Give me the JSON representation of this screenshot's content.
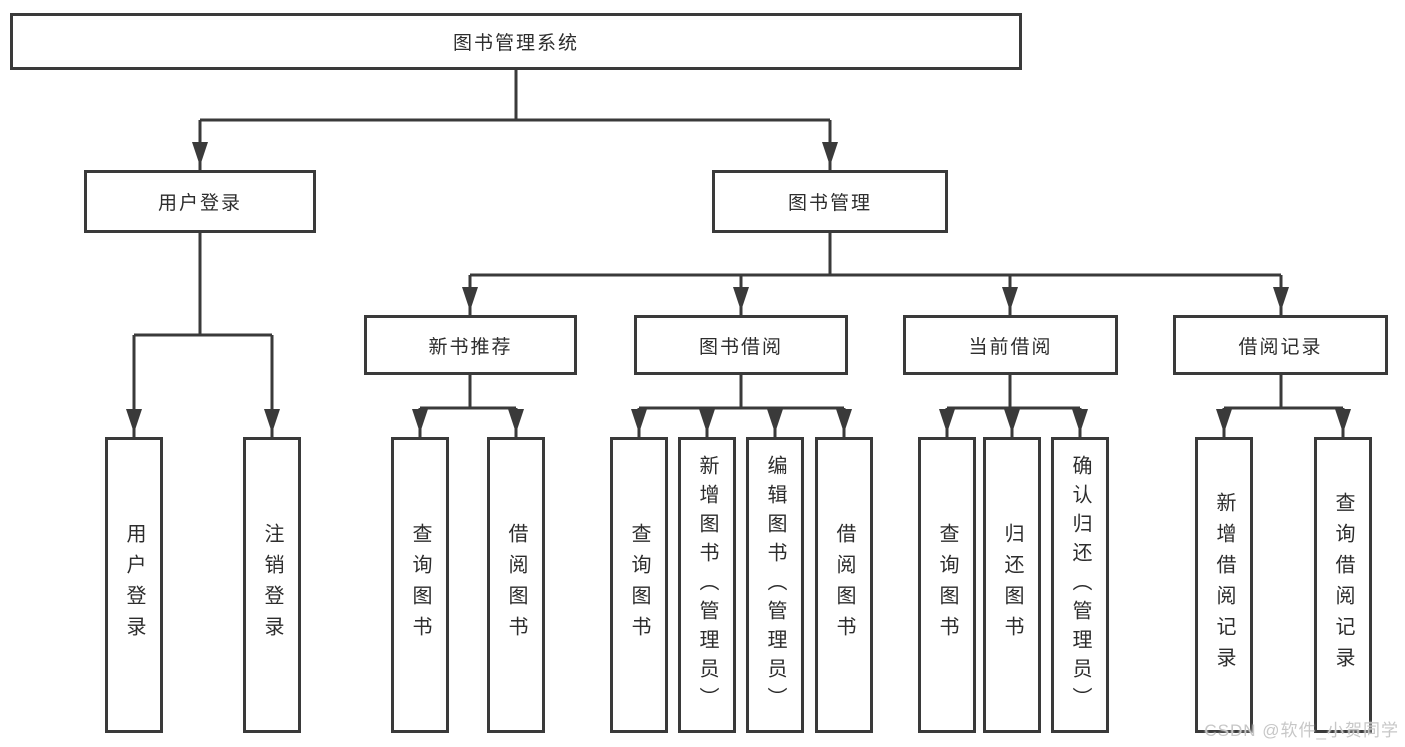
{
  "diagram": {
    "title": "图书管理系统",
    "branches": [
      {
        "label": "用户登录",
        "leaves": [
          "用户登录",
          "注销登录"
        ]
      },
      {
        "label": "图书管理",
        "groups": [
          {
            "label": "新书推荐",
            "leaves": [
              "查询图书",
              "借阅图书"
            ]
          },
          {
            "label": "图书借阅",
            "leaves": [
              "查询图书",
              "新增图书（管理员）",
              "编辑图书（管理员）",
              "借阅图书"
            ]
          },
          {
            "label": "当前借阅",
            "leaves": [
              "查询图书",
              "归还图书",
              "确认归还（管理员）"
            ]
          },
          {
            "label": "借阅记录",
            "leaves": [
              "新增借阅记录",
              "查询借阅记录"
            ]
          }
        ]
      }
    ]
  },
  "colors": {
    "line": "#3a3a3a",
    "box_border": "#3a3a3a",
    "text": "#2d2d2d",
    "watermark": "#c7c7c7",
    "background": "#ffffff"
  },
  "watermark": {
    "text": "CSDN @软件_小贺同学"
  }
}
